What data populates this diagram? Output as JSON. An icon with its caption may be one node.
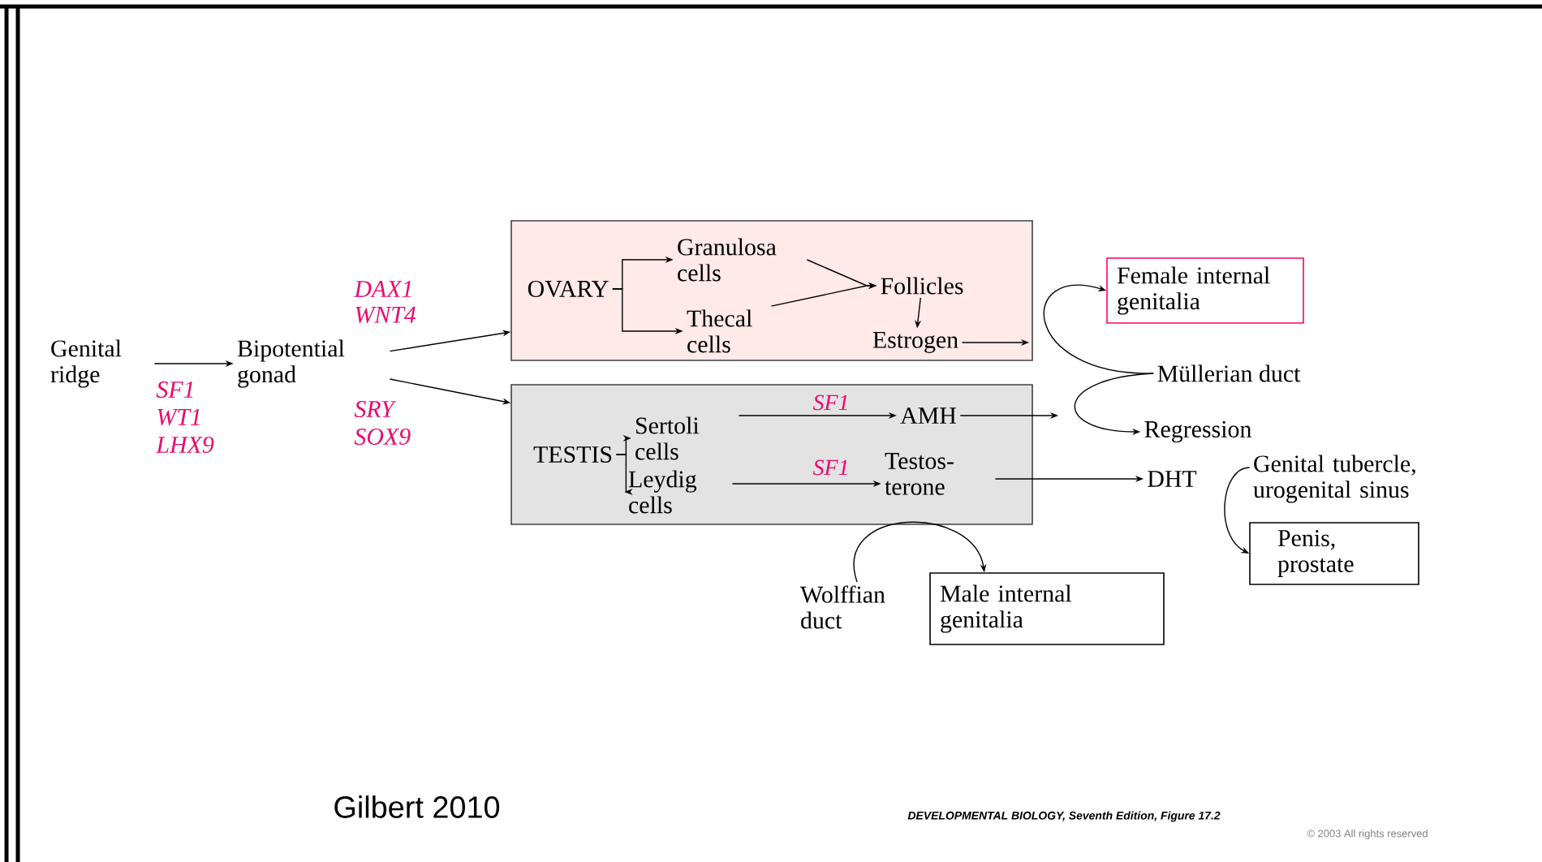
{
  "diagram": {
    "nodes": [
      {
        "text": [
          "Genital ridge"
        ]
      },
      {
        "text": [
          "Bipotential gonad"
        ]
      },
      {
        "text": [],
        "shape": "box"
      },
      {
        "text": [
          "OVARY"
        ],
        "in": 2
      },
      {
        "text": [
          "Granulosa cells"
        ],
        "in": 2
      },
      {
        "text": [
          "Thecal cells"
        ],
        "in": 2
      },
      {
        "text": [
          "Follicles"
        ],
        "in": 2
      },
      {
        "text": [
          "Estrogen"
        ],
        "in": 2
      },
      {
        "text": [
          "Female internal genitalia"
        ]
      },
      {
        "text": [
          "Müllerian duct"
        ]
      },
      {
        "text": [],
        "shape": "box"
      },
      {
        "text": [
          "TESTIS"
        ],
        "in": 10
      },
      {
        "text": [
          "Sertoli cells"
        ],
        "in": 10
      },
      {
        "text": [
          "AMH"
        ],
        "in": 10
      },
      {
        "text": [
          "Leydig cells"
        ],
        "in": 10
      },
      {
        "text": [
          "Testos- terone"
        ],
        "in": 10
      },
      {
        "text": [
          "Regression"
        ]
      },
      {
        "text": [
          "DHT"
        ]
      },
      {
        "text": [
          "Genital tubercle, urogenital sinus"
        ]
      },
      {
        "text": [
          "Penis, prostate"
        ]
      },
      {
        "text": [
          "Wolffian duct"
        ]
      },
      {
        "text": [
          "Male internal genitalia"
        ]
      }
    ],
    "edges": [
      {
        "from": 0,
        "to": 1,
        "arrow": "to"
      },
      {
        "from": 1,
        "to": 2,
        "arrow": "to"
      },
      {
        "from": 1,
        "to": 10,
        "arrow": "to"
      },
      {
        "from": 3,
        "to": 4,
        "arrow": "to"
      },
      {
        "from": 3,
        "to": 5,
        "arrow": "to"
      },
      {
        "from": 4,
        "to": 6,
        "arrow": "to"
      },
      {
        "from": 5,
        "to": 6,
        "arrow": "to"
      },
      {
        "from": 6,
        "to": 7,
        "arrow": "to"
      },
      {
        "from": 7,
        "to": null,
        "arrow": "to"
      },
      {
        "from": 9,
        "to": 8,
        "arrow": "to"
      },
      {
        "from": 11,
        "to": 12,
        "arrow": "to"
      },
      {
        "from": 11,
        "to": 14,
        "arrow": "to"
      },
      {
        "from": 12,
        "to": 13,
        "arrow": "to",
        "label": "SF1"
      },
      {
        "from": 14,
        "to": 15,
        "arrow": "to",
        "label": "SF1"
      },
      {
        "from": 13,
        "to": null,
        "arrow": "to"
      },
      {
        "from": 9,
        "to": 16,
        "arrow": "to"
      },
      {
        "from": 15,
        "to": 17,
        "arrow": "to"
      },
      {
        "from": 18,
        "to": 19,
        "arrow": "to"
      },
      {
        "from": 20,
        "to": 21,
        "arrow": "to"
      }
    ],
    "labels": [
      "DAX1",
      "WNT4",
      "SF1",
      "WT1",
      "LHX9",
      "SRY",
      "SOX9",
      "Gilbert 2010",
      "DEVELOPMENTAL BIOLOGY, Seventh Edition, Figure 17.2",
      "© 2003 All rights reserved"
    ]
  }
}
